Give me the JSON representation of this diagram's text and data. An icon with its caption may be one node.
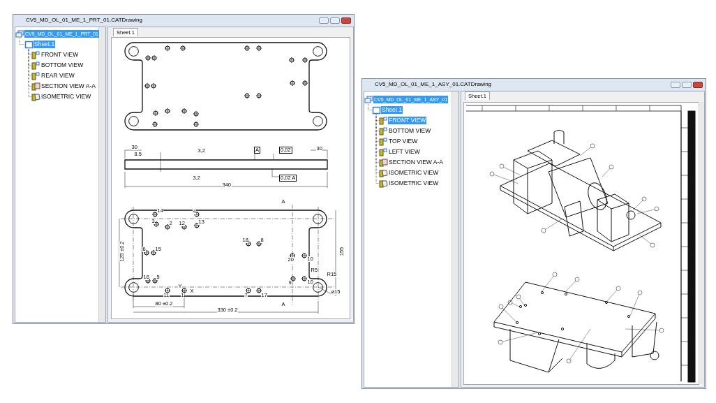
{
  "diagram": {
    "nodes": [
      {
        "text": [
          "CV5_MD_OL_01_ME_1_PRT_01.CATDrawing"
        ]
      },
      {
        "text": [
          "CV5_MD_OL_01_ME_1_PRT_01"
        ],
        "in": 0
      },
      {
        "text": [
          "Sheet.1"
        ],
        "in": 0
      },
      {
        "text": [
          "FRONT VIEW"
        ],
        "in": 0
      },
      {
        "text": [
          "BOTTOM VIEW"
        ],
        "in": 0
      },
      {
        "text": [
          "REAR VIEW"
        ],
        "in": 0
      },
      {
        "text": [
          "SECTION VIEW A-A"
        ],
        "in": 0
      },
      {
        "text": [
          "ISOMETRIC VIEW"
        ],
        "in": 0
      },
      {
        "text": [
          "CV5_MD_OL_01_ME_1_ASY_01.CATDrawing"
        ]
      },
      {
        "text": [
          "CV5_MD_OL_01_ME_1_ASY_01"
        ],
        "in": 8
      },
      {
        "text": [
          "Sheet.1"
        ],
        "in": 8
      },
      {
        "text": [
          "FRONT VIEW"
        ],
        "in": 8
      },
      {
        "text": [
          "BOTTOM VIEW"
        ],
        "in": 8
      },
      {
        "text": [
          "TOP VIEW"
        ],
        "in": 8
      },
      {
        "text": [
          "LEFT VIEW"
        ],
        "in": 8
      },
      {
        "text": [
          "SECTION VIEW A-A"
        ],
        "in": 8
      },
      {
        "text": [
          "ISOMETRIC VIEW"
        ],
        "in": 8
      },
      {
        "text": [
          "ISOMETRIC VIEW"
        ],
        "in": 8
      }
    ],
    "edges": [
      {
        "from": 1,
        "to": 2,
        "arrow": "none"
      },
      {
        "from": 2,
        "to": 3,
        "arrow": "none"
      },
      {
        "from": 2,
        "to": 4,
        "arrow": "none"
      },
      {
        "from": 2,
        "to": 5,
        "arrow": "none"
      },
      {
        "from": 2,
        "to": 6,
        "arrow": "none"
      },
      {
        "from": 2,
        "to": 7,
        "arrow": "none"
      },
      {
        "from": 9,
        "to": 10,
        "arrow": "none"
      },
      {
        "from": 10,
        "to": 11,
        "arrow": "none"
      },
      {
        "from": 10,
        "to": 12,
        "arrow": "none"
      },
      {
        "from": 10,
        "to": 13,
        "arrow": "none"
      },
      {
        "from": 10,
        "to": 14,
        "arrow": "none"
      },
      {
        "from": 10,
        "to": 15,
        "arrow": "none"
      },
      {
        "from": 10,
        "to": 16,
        "arrow": "none"
      },
      {
        "from": 10,
        "to": 17,
        "arrow": "none"
      }
    ],
    "labels": [
      "Sheet.1",
      "30",
      "8.5",
      "3,2",
      "A",
      "0,02",
      "30",
      "3,2",
      "0,02 A",
      "340",
      "A",
      "14",
      "4",
      "3",
      "2",
      "12",
      "13",
      "18",
      "8",
      "6",
      "15",
      "20",
      "10",
      "155",
      "125 ±0.2",
      "16",
      "5",
      "9",
      "10",
      "R5",
      "R15",
      "Y",
      "X",
      "11",
      "1",
      "7",
      "17",
      "ø15",
      "80 ±0.2",
      "A",
      "330 ±0.2",
      "Sheet.1"
    ]
  }
}
